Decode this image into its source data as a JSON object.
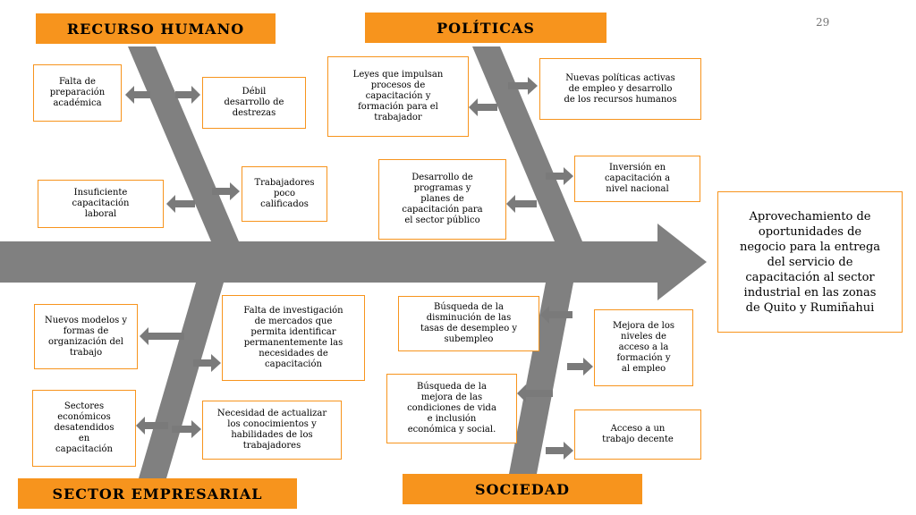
{
  "page_number": "29",
  "categories": {
    "recurso_humano": "RECURSO HUMANO",
    "politicas": "POLÍTICAS",
    "sector_empresarial": "SECTOR EMPRESARIAL",
    "sociedad": "SOCIEDAD"
  },
  "result": "Aprovechamiento de\noportunidades de\nnegocio para la entrega\ndel servicio de\ncapacitación al sector\nindustrial en las zonas\nde Quito y Rumiñahui",
  "causes": {
    "falta_preparacion": "Falta de\npreparación\nacadémica",
    "debil_desarrollo": "Débil\ndesarrollo de\ndestrezas",
    "insuficiente_capacitacion": "Insuficiente\ncapacitación\nlaboral",
    "trabajadores_poco": "Trabajadores\npoco\ncalificados",
    "leyes": "Leyes que impulsan\nprocesos de\ncapacitación y\nformación para el\ntrabajador",
    "nuevas_politicas": "Nuevas políticas activas\nde empleo y desarrollo\nde los recursos humanos",
    "desarrollo_programas": "Desarrollo de\nprogramas y\nplanes de\ncapacitación para\nel sector público",
    "inversion": "Inversión en\ncapacitación a\nnivel nacional",
    "nuevos_modelos": "Nuevos modelos y\nformas de\norganización del\ntrabajo",
    "falta_investigacion": "Falta de investigación\nde mercados que\npermita identificar\npermanentemente las\nnecesidades de\ncapacitación",
    "sectores_economicos": "Sectores\neconómicos\ndesatendidos\nen\ncapacitación",
    "necesidad_actualizar": "Necesidad de actualizar\nlos conocimientos y\nhabilidades de los\ntrabajadores",
    "busqueda_disminucion": "Búsqueda de la\ndisminución de las\ntasas de desempleo y\nsubempleo",
    "mejora_niveles": "Mejora de los\nniveles de\nacceso a la\nformación y\nal empleo",
    "busqueda_mejora": "Búsqueda de la\nmejora de las\ncondiciones de vida\ne inclusión\neconómica y social.",
    "acceso_trabajo": "Acceso a un\ntrabajo decente"
  }
}
